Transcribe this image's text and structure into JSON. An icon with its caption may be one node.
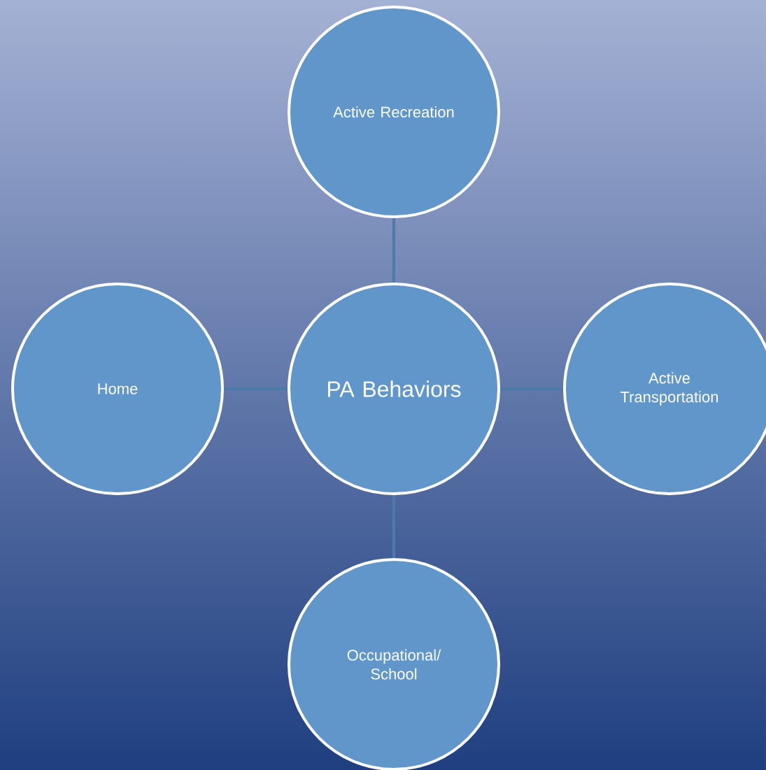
{
  "diagram": {
    "nodes": [
      {
        "text": [
          "Active Recreation"
        ]
      },
      {
        "text": [
          "Home"
        ]
      },
      {
        "text": [
          "PA Behaviors"
        ]
      },
      {
        "text": [
          "Active Transportation"
        ]
      },
      {
        "text": [
          "Occupational/ School"
        ]
      }
    ],
    "edges": [
      {
        "from": 2,
        "to": 0,
        "arrow": "none"
      },
      {
        "from": 2,
        "to": 1,
        "arrow": "none"
      },
      {
        "from": 2,
        "to": 3,
        "arrow": "none"
      },
      {
        "from": 2,
        "to": 4,
        "arrow": "none"
      }
    ]
  }
}
